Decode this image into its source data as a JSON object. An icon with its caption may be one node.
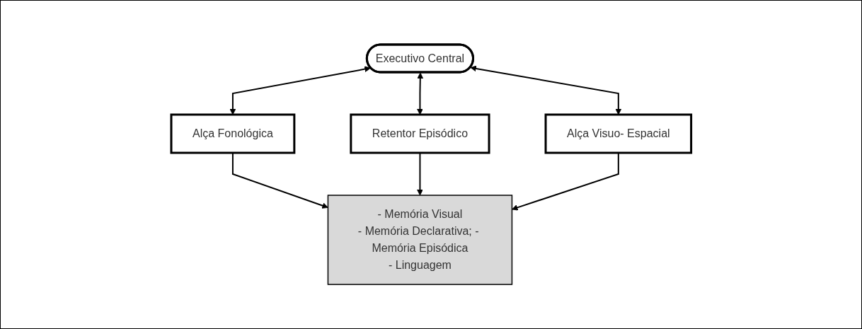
{
  "diagram": {
    "nodes": [
      {
        "text": [
          "Executivo Central"
        ]
      },
      {
        "text": [
          "Alça Fonológica"
        ]
      },
      {
        "text": [
          "Retentor Episódico"
        ]
      },
      {
        "text": [
          "Alça Visuo- Espacial"
        ]
      },
      {
        "text": [
          "- Memória Visual",
          "- Memória Declarativa; - Memória Episódica",
          "- Linguagem"
        ]
      }
    ],
    "edges": [
      {
        "from": 0,
        "to": 1,
        "arrow": "both"
      },
      {
        "from": 0,
        "to": 2,
        "arrow": "both"
      },
      {
        "from": 0,
        "to": 3,
        "arrow": "both"
      },
      {
        "from": 1,
        "to": 4,
        "arrow": "to"
      },
      {
        "from": 2,
        "to": 4,
        "arrow": "to"
      },
      {
        "from": 3,
        "to": 4,
        "arrow": "to"
      }
    ]
  }
}
